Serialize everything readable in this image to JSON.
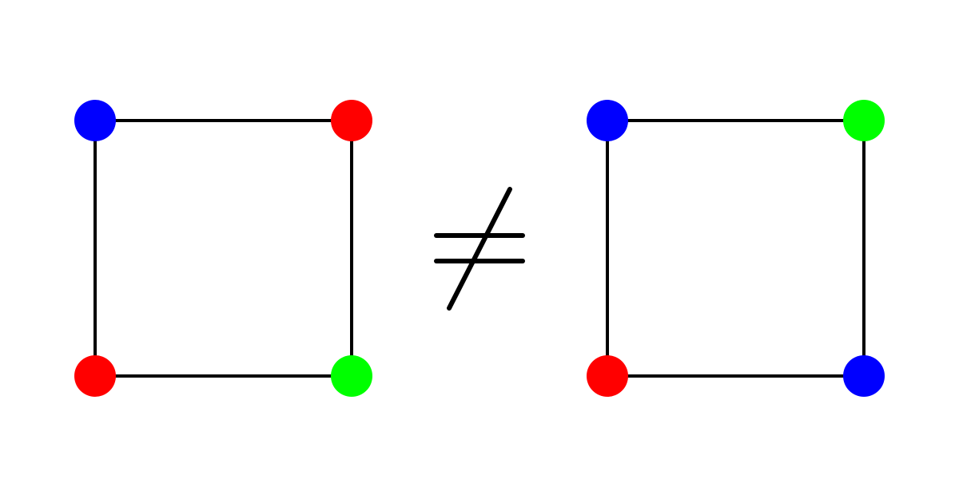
{
  "diagram": {
    "relation": "not-equal",
    "edge_color": "#000000",
    "graphs": [
      {
        "name": "left-graph",
        "nodes": {
          "top_left": "#0000ff",
          "top_right": "#ff0000",
          "bottom_left": "#ff0000",
          "bottom_right": "#00ff00"
        },
        "edges": [
          [
            "top_left",
            "top_right"
          ],
          [
            "top_right",
            "bottom_right"
          ],
          [
            "bottom_right",
            "bottom_left"
          ],
          [
            "bottom_left",
            "top_left"
          ]
        ]
      },
      {
        "name": "right-graph",
        "nodes": {
          "top_left": "#0000ff",
          "top_right": "#00ff00",
          "bottom_left": "#ff0000",
          "bottom_right": "#0000ff"
        },
        "edges": [
          [
            "top_left",
            "top_right"
          ],
          [
            "top_right",
            "bottom_right"
          ],
          [
            "bottom_right",
            "bottom_left"
          ],
          [
            "bottom_left",
            "top_left"
          ]
        ]
      }
    ]
  }
}
